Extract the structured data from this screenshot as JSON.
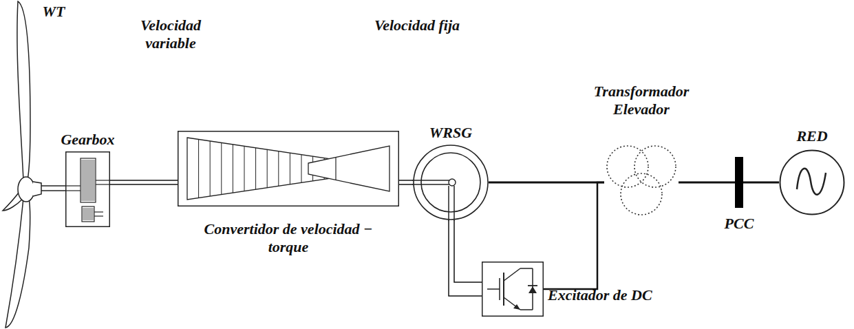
{
  "diagram": {
    "nodes": [
      {
        "text": [
          "Gearbox"
        ]
      },
      {
        "text": [
          "Convertidor de velocidad − torque"
        ]
      },
      {
        "text": [
          "WRSG"
        ]
      },
      {
        "text": [
          "Transformador Elevador"
        ]
      },
      {
        "text": [
          "PCC"
        ]
      },
      {
        "text": [
          "RED"
        ]
      },
      {
        "text": [
          "Excitador de DC"
        ]
      }
    ],
    "edges": [
      {
        "from": 0,
        "to": 1,
        "arrow": "none"
      },
      {
        "from": 1,
        "to": 2,
        "arrow": "none"
      },
      {
        "from": 2,
        "to": 3,
        "arrow": "none"
      },
      {
        "from": 3,
        "to": 4,
        "arrow": "none"
      },
      {
        "from": 4,
        "to": 5,
        "arrow": "none"
      },
      {
        "from": 2,
        "to": 6,
        "arrow": "none"
      },
      {
        "from": 6,
        "to": 3,
        "arrow": "none"
      }
    ],
    "labels": [
      "WT",
      "Velocidad variable",
      "Velocidad fija"
    ]
  }
}
